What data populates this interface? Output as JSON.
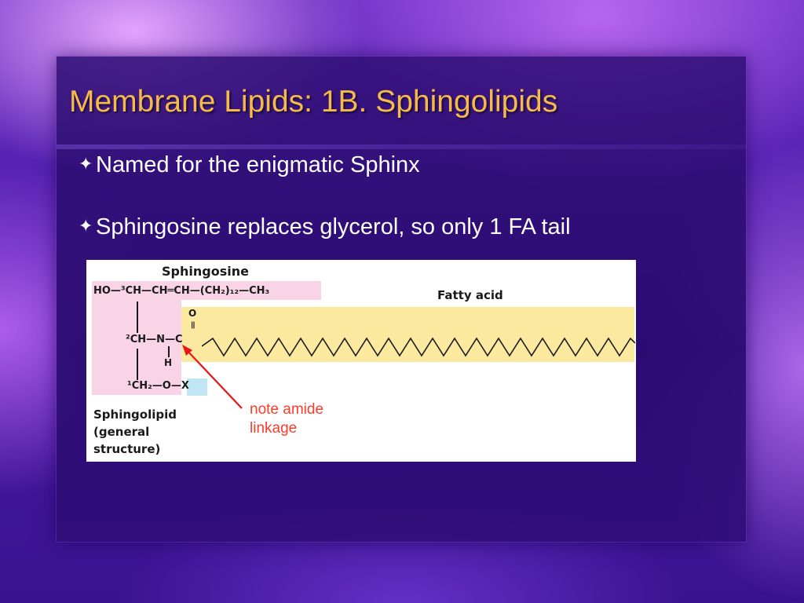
{
  "slide": {
    "title": "Membrane Lipids: 1B. Sphingolipids",
    "bullet_glyph": "✦",
    "bullets": [
      "Named for the enigmatic Sphinx",
      "Sphingosine replaces glycerol, so only 1 FA tail"
    ]
  },
  "figure": {
    "sphingosine_label": "Sphingosine",
    "fatty_acid_label": "Fatty acid",
    "chain_top": "HO—³CH—CH═CH—(CH₂)₁₂—CH₃",
    "carbonyl_o": "O",
    "double_bond": "═",
    "row_mid": "²CH—N—C",
    "amide_h": "H",
    "row_bot": "¹CH₂—O—X",
    "caption_lines": [
      "Sphingolipid",
      "(general",
      "structure)"
    ]
  },
  "annotation": {
    "lines": [
      "note amide",
      "linkage"
    ],
    "color": "#ff3b2a"
  },
  "colors": {
    "title": "#f5ba4a",
    "sphingosine_highlight": "#f9d3e6",
    "fatty_acid_highlight": "#fbe9a0",
    "x_highlight": "#bfe6f2"
  }
}
